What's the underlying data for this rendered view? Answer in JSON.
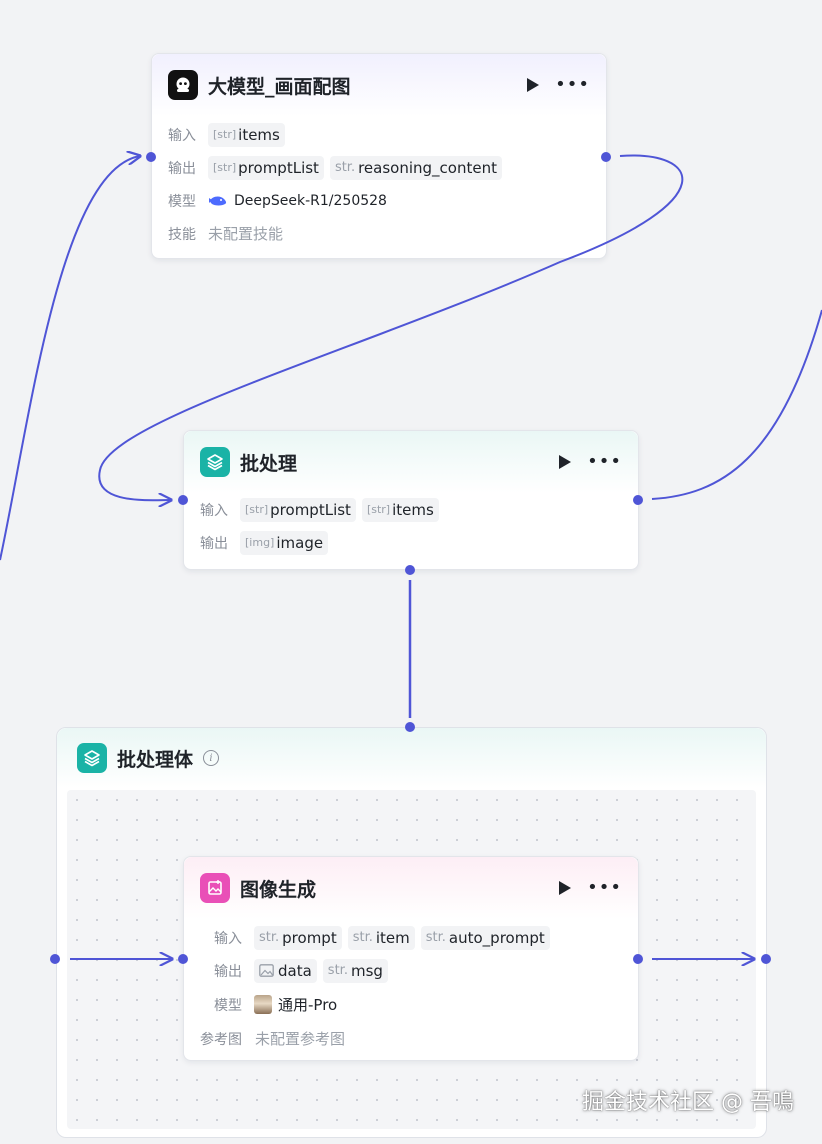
{
  "nodes": {
    "llm": {
      "title": "大模型_画面配图",
      "input_label": "输入",
      "inputs": [
        {
          "type": "[str]",
          "name": "items"
        }
      ],
      "output_label": "输出",
      "outputs": [
        {
          "type": "[str]",
          "name": "promptList"
        },
        {
          "type": "str.",
          "name": "reasoning_content"
        }
      ],
      "model_label": "模型",
      "model_icon": "whale-icon",
      "model_value": "DeepSeek-R1/250528",
      "skill_label": "技能",
      "skill_value": "未配置技能"
    },
    "batch": {
      "title": "批处理",
      "input_label": "输入",
      "inputs": [
        {
          "type": "[str]",
          "name": "promptList"
        },
        {
          "type": "[str]",
          "name": "items"
        }
      ],
      "output_label": "输出",
      "outputs": [
        {
          "type": "[img]",
          "name": "image"
        }
      ]
    },
    "batch_body": {
      "title": "批处理体"
    },
    "image_gen": {
      "title": "图像生成",
      "input_label": "输入",
      "inputs": [
        {
          "type": "str.",
          "name": "prompt"
        },
        {
          "type": "str.",
          "name": "item"
        },
        {
          "type": "str.",
          "name": "auto_prompt"
        }
      ],
      "output_label": "输出",
      "outputs": [
        {
          "type": "image-icon",
          "name": "data"
        },
        {
          "type": "str.",
          "name": "msg"
        }
      ],
      "model_label": "模型",
      "model_icon": "avatar-thumbnail",
      "model_value": "通用-Pro",
      "ref_label": "参考图",
      "ref_value": "未配置参考图"
    }
  },
  "watermark": "掘金技术社区 @ 吾鳴",
  "colors": {
    "wire": "#4f55d6",
    "llm_icon_bg": "#111111",
    "batch_icon_bg": "#1ab3a6",
    "image_icon_bg": "#e94fb7"
  }
}
